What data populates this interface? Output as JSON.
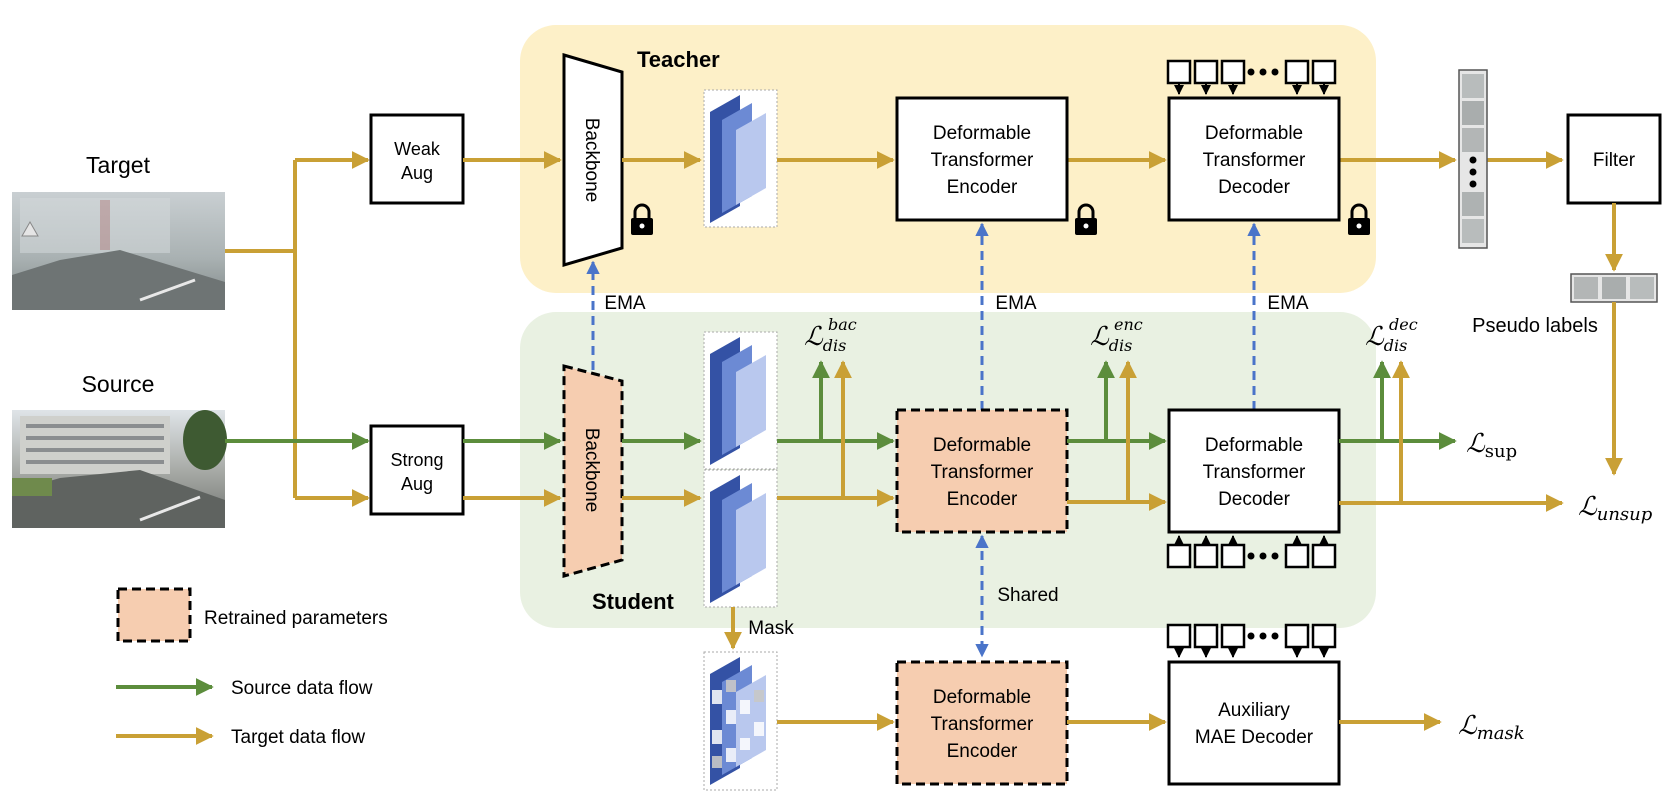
{
  "regions": {
    "teacher_label": "Teacher",
    "student_label": "Student"
  },
  "inputs": {
    "target_label": "Target",
    "source_label": "Source"
  },
  "augment": {
    "weak": [
      "Weak",
      "Aug"
    ],
    "strong": [
      "Strong",
      "Aug"
    ]
  },
  "backbone_label": "Backbone",
  "encoder_lines": [
    "Deformable",
    "Transformer",
    "Encoder"
  ],
  "decoder_lines": [
    "Deformable",
    "Transformer",
    "Decoder"
  ],
  "aux_decoder_lines": [
    "Auxiliary",
    "MAE Decoder"
  ],
  "filter_label": "Filter",
  "pseudo_labels": "Pseudo labels",
  "ema_label": "EMA",
  "shared_label": "Shared",
  "mask_label": "Mask",
  "losses": {
    "dis": "ℒ",
    "dis_sub": "dis",
    "bac_sup": "bac",
    "enc_sup": "enc",
    "dec_sup": "dec",
    "sup_main": "ℒ",
    "sup_sub": "sup",
    "unsup_main": "ℒ",
    "unsup_sub": "unsup",
    "mask_main": "ℒ",
    "mask_sub": "mask"
  },
  "legend": {
    "retrained": "Retrained parameters",
    "source_flow": "Source data flow",
    "target_flow": "Target data flow"
  },
  "colors": {
    "teacher_bg": "#fdf0c8",
    "student_bg": "#e9f1e2",
    "retrained_fill": "#f6cdb0",
    "target_flow": "#c9a035",
    "source_flow": "#5c8d3c",
    "ema_arrow": "#4a74c9",
    "feature_dark": "#3452a5",
    "feature_mid": "#6c8ad4",
    "feature_light": "#b9c8ee"
  }
}
